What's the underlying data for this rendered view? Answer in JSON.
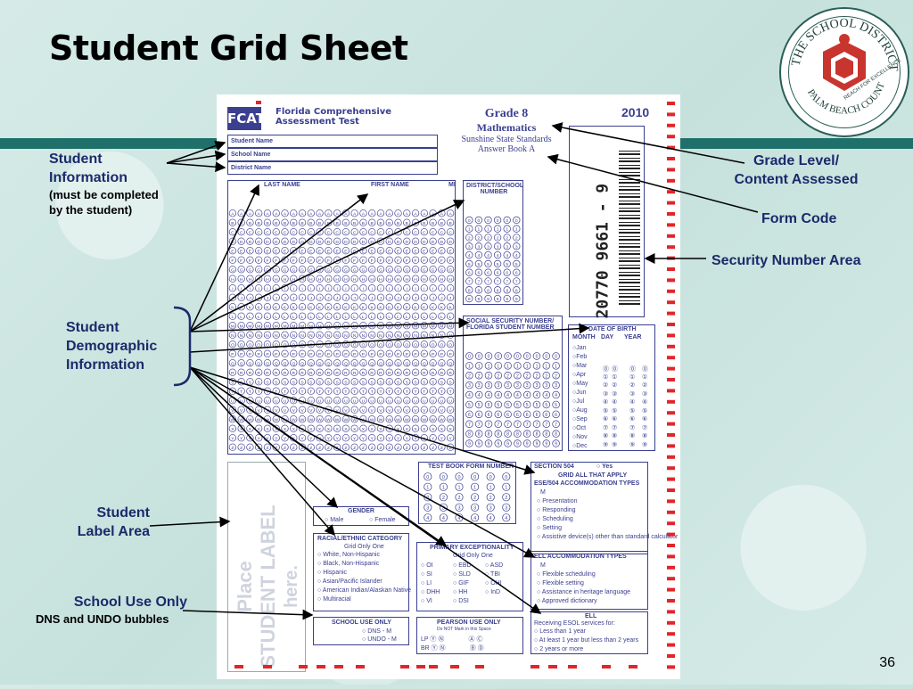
{
  "slide": {
    "title": "Student Grid Sheet",
    "page_number": "36"
  },
  "colors": {
    "accent": "#1b2a6b",
    "bar": "#1f6f6a",
    "sheet_ink": "#3a3f8f",
    "timing_marks": "#e0262b"
  },
  "callouts": {
    "student_info": {
      "line1": "Student",
      "line2": "Information",
      "sub1": "(must be completed",
      "sub2": "by the student)"
    },
    "demographic": {
      "line1": "Student",
      "line2": "Demographic",
      "line3": "Information"
    },
    "label_area": {
      "line1": "Student",
      "line2": "Label Area"
    },
    "school_use": {
      "line1": "School Use Only",
      "sub": "DNS and UNDO bubbles"
    },
    "grade_level": {
      "line1": "Grade Level/",
      "line2": "Content Assessed"
    },
    "form_code": "Form Code",
    "security": "Security Number Area"
  },
  "logo": {
    "top_text": "THE SCHOOL DISTRICT",
    "tagline": "REACH FOR EXCELLENCE",
    "bottom_text": "PALM BEACH COUNTY"
  },
  "sheet": {
    "fcat_logo": "FCAT",
    "test_name_1": "Florida Comprehensive",
    "test_name_2": "Assessment Test",
    "grade": "Grade 8",
    "subject": "Mathematics",
    "standards": "Sunshine State Standards",
    "book": "Answer Book A",
    "year": "2010",
    "barcode_number": "20770 9661 - 9",
    "fields": [
      "Student Name",
      "School Name",
      "District Name"
    ],
    "last_name": "LAST NAME",
    "first_name": "FIRST NAME",
    "mi": "MI",
    "district_school_number": "DISTRICT/SCHOOL NUMBER",
    "ssn": "SOCIAL SECURITY NUMBER/ FLORIDA STUDENT NUMBER",
    "dob": "DATE OF BIRTH",
    "dob_cols": [
      "MONTH",
      "DAY",
      "YEAR"
    ],
    "months": [
      "Jan",
      "Feb",
      "Mar",
      "Apr",
      "May",
      "Jun",
      "Jul",
      "Aug",
      "Sep",
      "Oct",
      "Nov",
      "Dec"
    ],
    "test_book_form": "TEST BOOK FORM NUMBER",
    "section_504": "SECTION 504",
    "yes": "Yes",
    "grid_all": "GRID ALL THAT APPLY",
    "ese_title": "ESE/504 ACCOMMODATION TYPES",
    "ese_m": "M",
    "ese_items": [
      "Presentation",
      "Responding",
      "Scheduling",
      "Setting",
      "Assistive device(s) other than standard calculator"
    ],
    "ell_acc_title": "ELL ACCOMMODATION TYPES",
    "ell_m": "M",
    "ell_acc_items": [
      "Flexible scheduling",
      "Flexible setting",
      "Assistance in heritage language",
      "Approved dictionary"
    ],
    "ell_title": "ELL",
    "ell_sub": "Receiving ESOL services for:",
    "ell_items": [
      "Less than 1 year",
      "At least 1 year but less than 2 years",
      "2 years or more"
    ],
    "gender": "GENDER",
    "gender_options": [
      "Male",
      "Female"
    ],
    "race_title": "RACIAL/ETHNIC CATEGORY",
    "race_sub": "Grid Only One",
    "race_items": [
      "White, Non-Hispanic",
      "Black, Non-Hispanic",
      "Hispanic",
      "Asian/Pacific Islander",
      "American Indian/Alaskan Native",
      "Multiracial"
    ],
    "pe_title": "PRIMARY EXCEPTIONALITY",
    "pe_sub": "Grid Only One",
    "pe_items": [
      "OI",
      "EBD",
      "ASD",
      "SI",
      "SLD",
      "TBI",
      "LI",
      "GIF",
      "OHI",
      "DHH",
      "HH",
      "InD",
      "VI",
      "DSI"
    ],
    "school_use_title": "SCHOOL USE ONLY",
    "school_use_items": [
      "DNS - M",
      "UNDO - M"
    ],
    "pearson_title": "PEARSON USE ONLY",
    "pearson_sub": "Do NOT Mark in this Space",
    "pearson_rows": [
      "LP",
      "BR"
    ],
    "label_placeholder_1": "Place",
    "label_placeholder_2": "STUDENT LABEL",
    "label_placeholder_3": "here."
  }
}
